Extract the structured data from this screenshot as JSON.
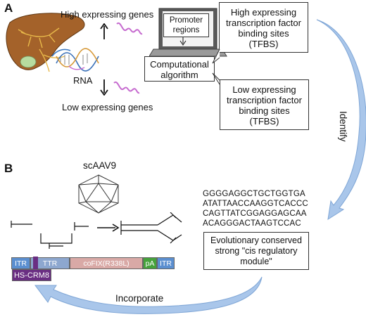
{
  "panel_a": {
    "label": "A",
    "high_genes": "High expressing genes",
    "low_genes": "Low expressing genes",
    "rna": "RNA",
    "promoter": "Promoter\nregions",
    "algorithm": "Computational\nalgorithm",
    "high_tfbs": "High expressing\ntranscription factor\nbinding sites\n(TFBS)",
    "low_tfbs": "Low expressing\ntranscription factor\nbinding sites\n(TFBS)",
    "identify": "Identify"
  },
  "panel_b": {
    "label": "B",
    "capsid": "scAAV9",
    "sequence": [
      "GGGGAGGCTGCTGGTGA",
      "ATATTAACCAAGGTCACCC",
      "CAGTTATCGGAGGAGCAA",
      "ACAGGGACTAAGTCCAC"
    ],
    "crm_box": "Evolutionary conserved\nstrong \"cis regulatory\nmodule\"",
    "incorporate": "Incorporate",
    "construct": {
      "itr_left": "ITR",
      "ttr": "TTR",
      "cofix": "coFIX(R338L)",
      "pa": "pA",
      "itr_right": "ITR",
      "hs_crm8": "HS-CRM8"
    }
  },
  "colors": {
    "liver": "#a4622a",
    "gallbladder": "#b7dca0",
    "wave": "#c66bcf",
    "itr": "#5b8fd0",
    "ttr": "#8da7cf",
    "cofix": "#d9a9a6",
    "pa": "#46a23c",
    "hs_crm8": "#6a2e82",
    "arrow": "#a9c6ea"
  }
}
